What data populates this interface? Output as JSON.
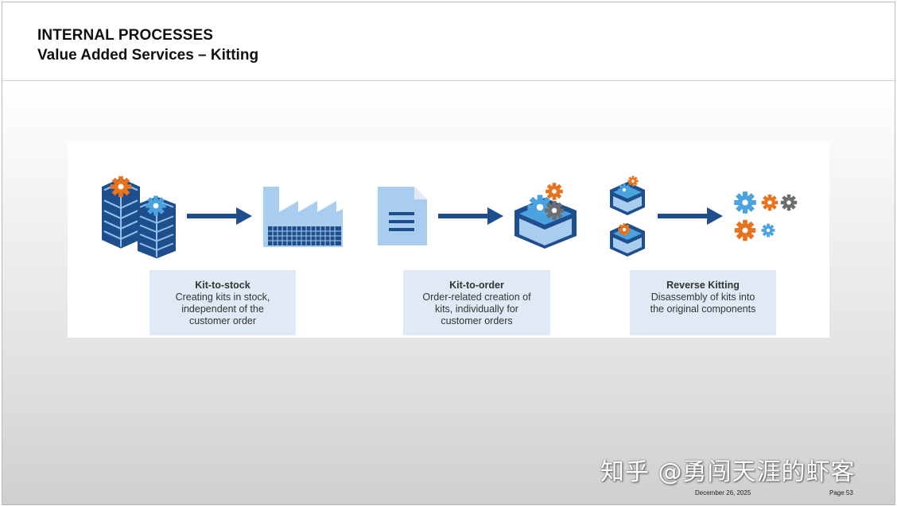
{
  "header": {
    "title_line1": "INTERNAL PROCESSES",
    "title_line2": "Value Added Services – Kitting"
  },
  "panels": [
    {
      "heading": "Kit-to-stock",
      "lines": [
        "Creating kits in stock,",
        "independent of the",
        "customer order"
      ]
    },
    {
      "heading": "Kit-to-order",
      "lines": [
        "Order-related creation of",
        "kits, individually for",
        "customer orders"
      ]
    },
    {
      "heading": "Reverse Kitting",
      "lines": [
        "Disassembly of kits into",
        "the original components"
      ]
    }
  ],
  "icons": [
    "stacked-boxes-with-gears-icon",
    "factory-icon",
    "document-icon",
    "kit-box-with-gears-icon",
    "small-kit-boxes-icon",
    "separate-gears-icon",
    "right-arrow-icon"
  ],
  "colors": {
    "navy": "#1f4e8c",
    "light_blue": "#4aa3df",
    "orange": "#e8731e",
    "grey": "#6d6e71",
    "box_fill": "#dfeaf6"
  },
  "watermark": "知乎 @勇闯天涯的虾客",
  "footer": {
    "date": "December 26, 2025",
    "page": "Page 53"
  }
}
